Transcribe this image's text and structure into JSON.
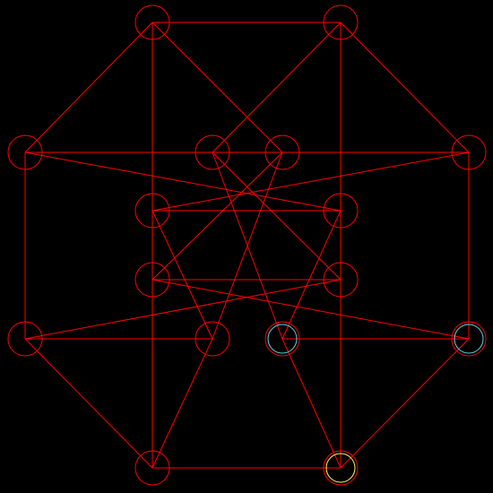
{
  "colors": {
    "background": "#000000",
    "edge": "#ff0000",
    "node": "#ff0000",
    "highlight_cyan": "#5fd7e6",
    "highlight_yellow": "#ffff66"
  },
  "nodes": [
    {
      "id": "n1",
      "state": "normal"
    },
    {
      "id": "n2",
      "state": "normal"
    },
    {
      "id": "n3",
      "state": "normal"
    },
    {
      "id": "n4",
      "state": "normal"
    },
    {
      "id": "n5",
      "state": "normal"
    },
    {
      "id": "n6",
      "state": "normal"
    },
    {
      "id": "n7",
      "state": "normal"
    },
    {
      "id": "n8",
      "state": "normal"
    },
    {
      "id": "n9",
      "state": "normal"
    },
    {
      "id": "n10",
      "state": "normal"
    },
    {
      "id": "n11",
      "state": "normal"
    },
    {
      "id": "n12",
      "state": "normal"
    },
    {
      "id": "n13",
      "state": "cyan"
    },
    {
      "id": "n14",
      "state": "cyan"
    },
    {
      "id": "n15",
      "state": "normal"
    },
    {
      "id": "n16",
      "state": "yellow"
    }
  ],
  "edges": [
    [
      "n1",
      "n2"
    ],
    [
      "n1",
      "n3"
    ],
    [
      "n2",
      "n6"
    ],
    [
      "n3",
      "n11"
    ],
    [
      "n6",
      "n14"
    ],
    [
      "n11",
      "n15"
    ],
    [
      "n15",
      "n16"
    ],
    [
      "n16",
      "n14"
    ],
    [
      "n3",
      "n5"
    ],
    [
      "n4",
      "n6"
    ],
    [
      "n11",
      "n12"
    ],
    [
      "n13",
      "n14"
    ],
    [
      "n4",
      "n13"
    ],
    [
      "n5",
      "n12"
    ],
    [
      "n1",
      "n7"
    ],
    [
      "n2",
      "n8"
    ],
    [
      "n15",
      "n9"
    ],
    [
      "n16",
      "n10"
    ],
    [
      "n7",
      "n8"
    ],
    [
      "n7",
      "n9"
    ],
    [
      "n8",
      "n10"
    ],
    [
      "n9",
      "n10"
    ],
    [
      "n1",
      "n5"
    ],
    [
      "n2",
      "n4"
    ],
    [
      "n15",
      "n12"
    ],
    [
      "n16",
      "n13"
    ],
    [
      "n3",
      "n8"
    ],
    [
      "n6",
      "n7"
    ],
    [
      "n11",
      "n10"
    ],
    [
      "n14",
      "n9"
    ],
    [
      "n5",
      "n9"
    ],
    [
      "n4",
      "n10"
    ],
    [
      "n12",
      "n7"
    ],
    [
      "n13",
      "n8"
    ]
  ]
}
